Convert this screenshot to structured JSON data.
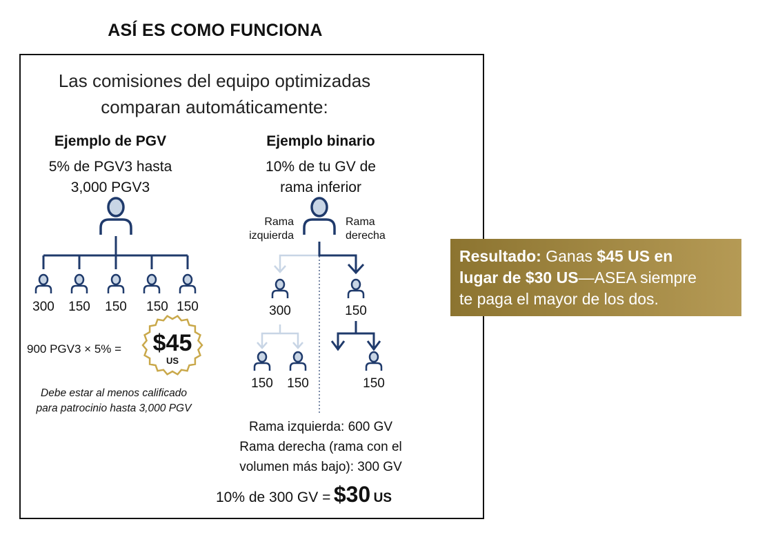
{
  "header": {
    "title": "ASÍ ES COMO FUNCIONA"
  },
  "intro": {
    "line1": "Las comisiones del equipo optimizadas",
    "line2": "comparan automáticamente:"
  },
  "pgv": {
    "heading": "Ejemplo de PGV",
    "desc1": "5% de PGV3 hasta",
    "desc2": "3,000 PGV3",
    "values": [
      "300",
      "150",
      "150",
      "150",
      "150"
    ],
    "equation": "900 PGV3 × 5% =",
    "result_amount": "$45",
    "result_unit": "US",
    "note1": "Debe estar al menos calificado",
    "note2": "para patrocinio hasta 3,000 PGV"
  },
  "binary": {
    "heading": "Ejemplo binario",
    "desc1": "10% de tu GV de",
    "desc2": "rama inferior",
    "left_label1": "Rama",
    "left_label2": "izquierda",
    "right_label1": "Rama",
    "right_label2": "derecha",
    "left_top_value": "300",
    "right_top_value": "150",
    "left_bottom_values": [
      "150",
      "150"
    ],
    "right_bottom_value": "150",
    "summary1": "Rama izquierda: 600 GV",
    "summary2": "Rama derecha (rama con el",
    "summary3": "volumen más bajo): 300 GV",
    "equation": "10% de 300 GV =",
    "result_amount": "$30",
    "result_unit": "US"
  },
  "result_box": {
    "label": "Resultado:",
    "text1": " Ganas ",
    "bold1": "$45 US en",
    "bold2": "lugar de $30 US",
    "text2": "—ASEA siempre",
    "text3": "te paga el mayor de los dos."
  },
  "colors": {
    "navy": "#1f3a6b",
    "light_blue": "#c8d5e5",
    "gold": "#a88c48",
    "badge_border": "#c9a84a"
  }
}
